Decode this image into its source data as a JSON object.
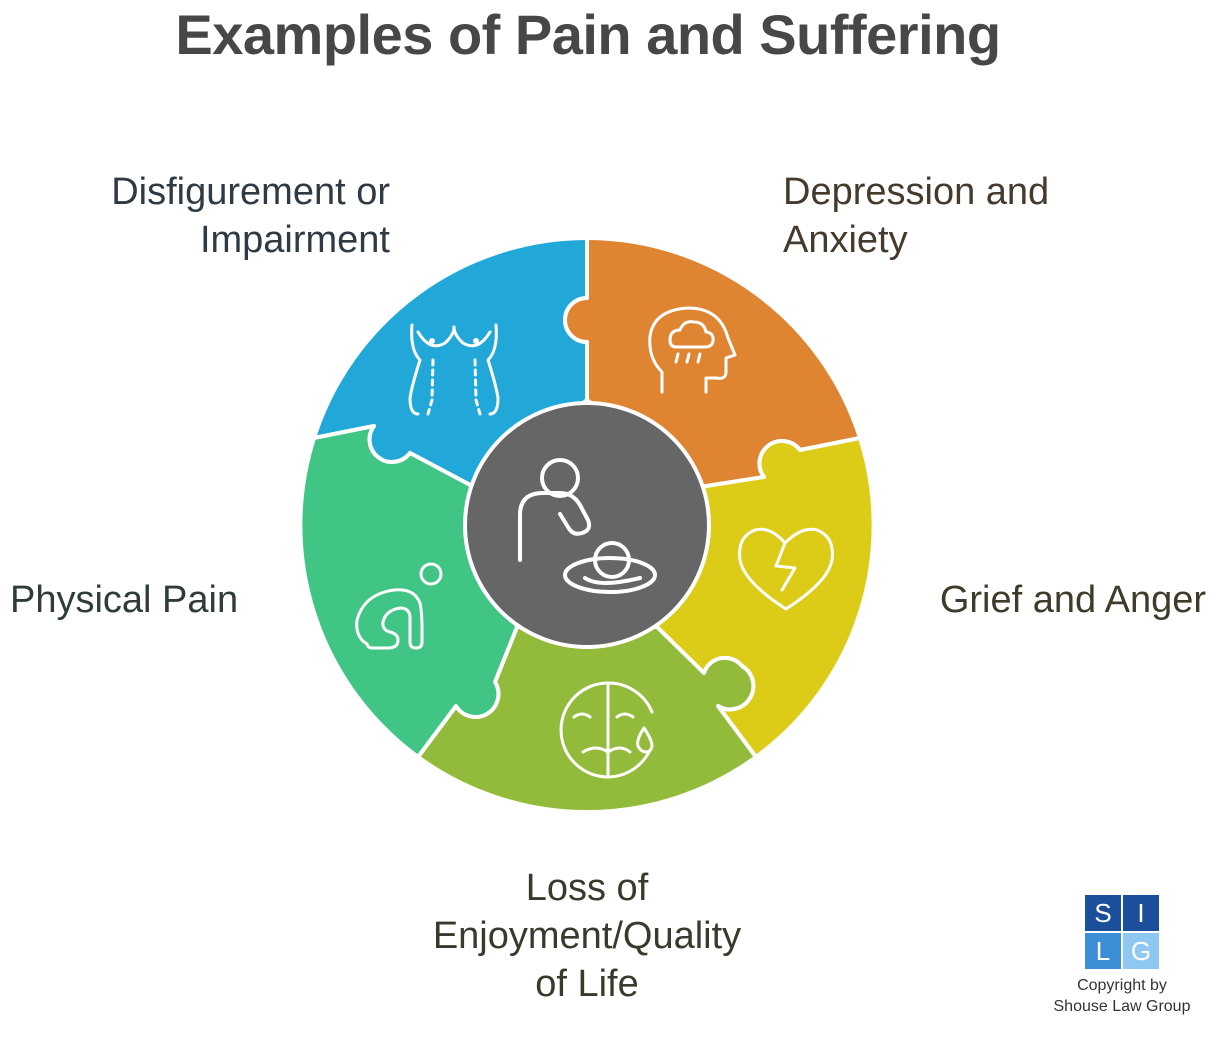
{
  "title": "Examples of Pain and Suffering",
  "center": {
    "icon": "caregiver-comforting-person-icon",
    "color": "#666666"
  },
  "segments": [
    {
      "id": "disfigurement",
      "lines": [
        "Disfigurement or",
        "Impairment"
      ],
      "color": "#21a8d8",
      "icon": "body-torso-icon"
    },
    {
      "id": "depression",
      "lines": [
        "Depression and",
        "Anxiety"
      ],
      "color": "#df8430",
      "icon": "head-raincloud-icon"
    },
    {
      "id": "grief",
      "lines": [
        "Grief and Anger"
      ],
      "color": "#dccc17",
      "icon": "broken-heart-icon"
    },
    {
      "id": "loss",
      "lines": [
        "Loss of",
        "Enjoyment/Quality",
        "of Life"
      ],
      "color": "#93bb3b",
      "icon": "half-sad-face-tear-icon"
    },
    {
      "id": "physical",
      "lines": [
        "Physical Pain"
      ],
      "color": "#40c584",
      "icon": "person-hunched-pain-icon"
    }
  ],
  "logo": {
    "letters": [
      "S",
      "I",
      "L",
      "G"
    ]
  },
  "copyright": {
    "lines": [
      "Copyright by",
      "Shouse Law Group"
    ]
  }
}
